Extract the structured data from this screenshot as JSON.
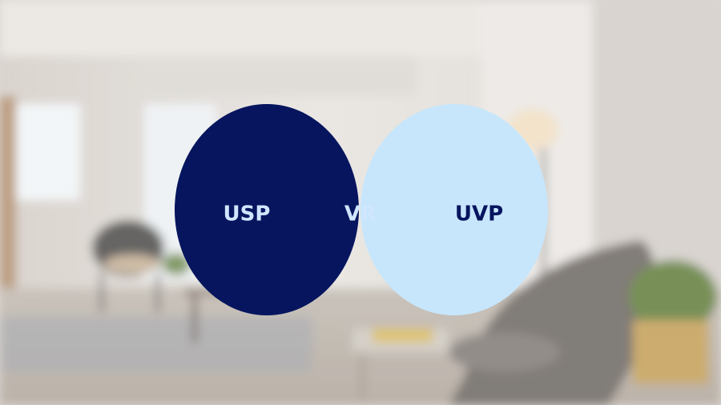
{
  "diagram": {
    "type": "venn",
    "sets": [
      {
        "id": "left",
        "label": "USP",
        "fill": "#06155e",
        "text_color": "#cfe6ff"
      },
      {
        "id": "right",
        "label": "UVP",
        "fill": "#c7e6fb",
        "text_color": "#06155e"
      }
    ],
    "intersection": {
      "label": "VR",
      "fill": "#0512c2",
      "text_color": "#cfe6ff"
    }
  },
  "background": {
    "description_icon": "blurred-living-room-photo",
    "palette": [
      "#e6e2dd",
      "#c9c4bf",
      "#7b7470",
      "#8aa46a",
      "#d4ad6b"
    ]
  }
}
